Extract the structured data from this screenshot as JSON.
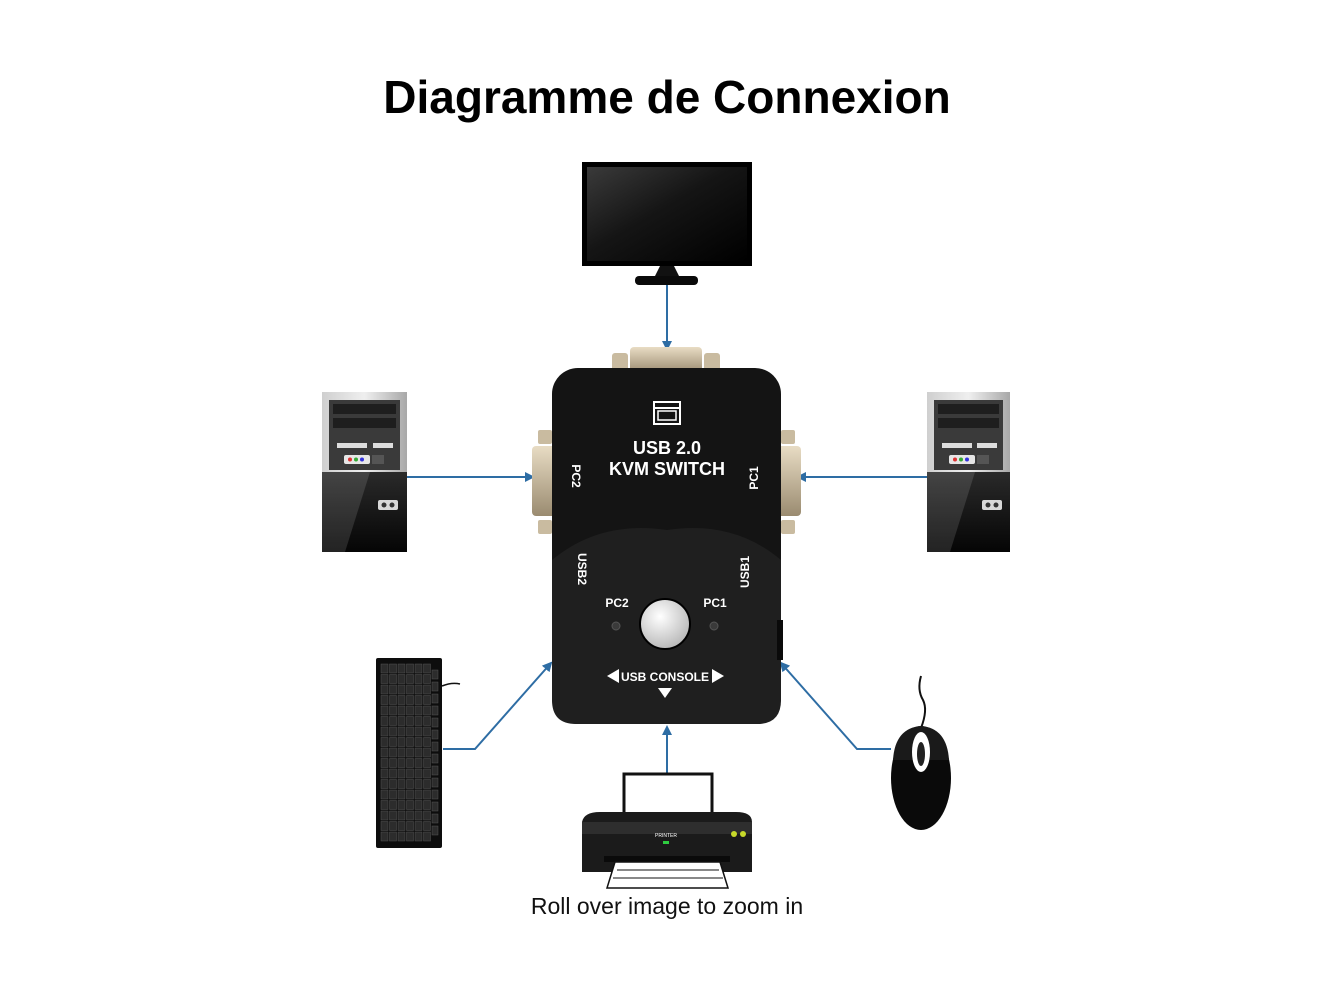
{
  "title": "Diagramme de Connexion",
  "caption": "Roll over image to zoom in",
  "device": {
    "line1": "USB 2.0",
    "line2": "KVM SWITCH",
    "port_left_vga": "PC2",
    "port_right_vga": "PC1",
    "port_left_usb": "USB2",
    "port_right_usb": "USB1",
    "led_left": "PC2",
    "led_right": "PC1",
    "console": "USB CONSOLE"
  },
  "printer_label": "PRINTER",
  "colors": {
    "connector": "#2e6da4",
    "device_body": "#141414",
    "text": "#000000"
  },
  "icons": [
    "monitor-icon",
    "computer-tower-icon",
    "keyboard-icon",
    "printer-icon",
    "mouse-icon",
    "kvm-switch-icon"
  ]
}
